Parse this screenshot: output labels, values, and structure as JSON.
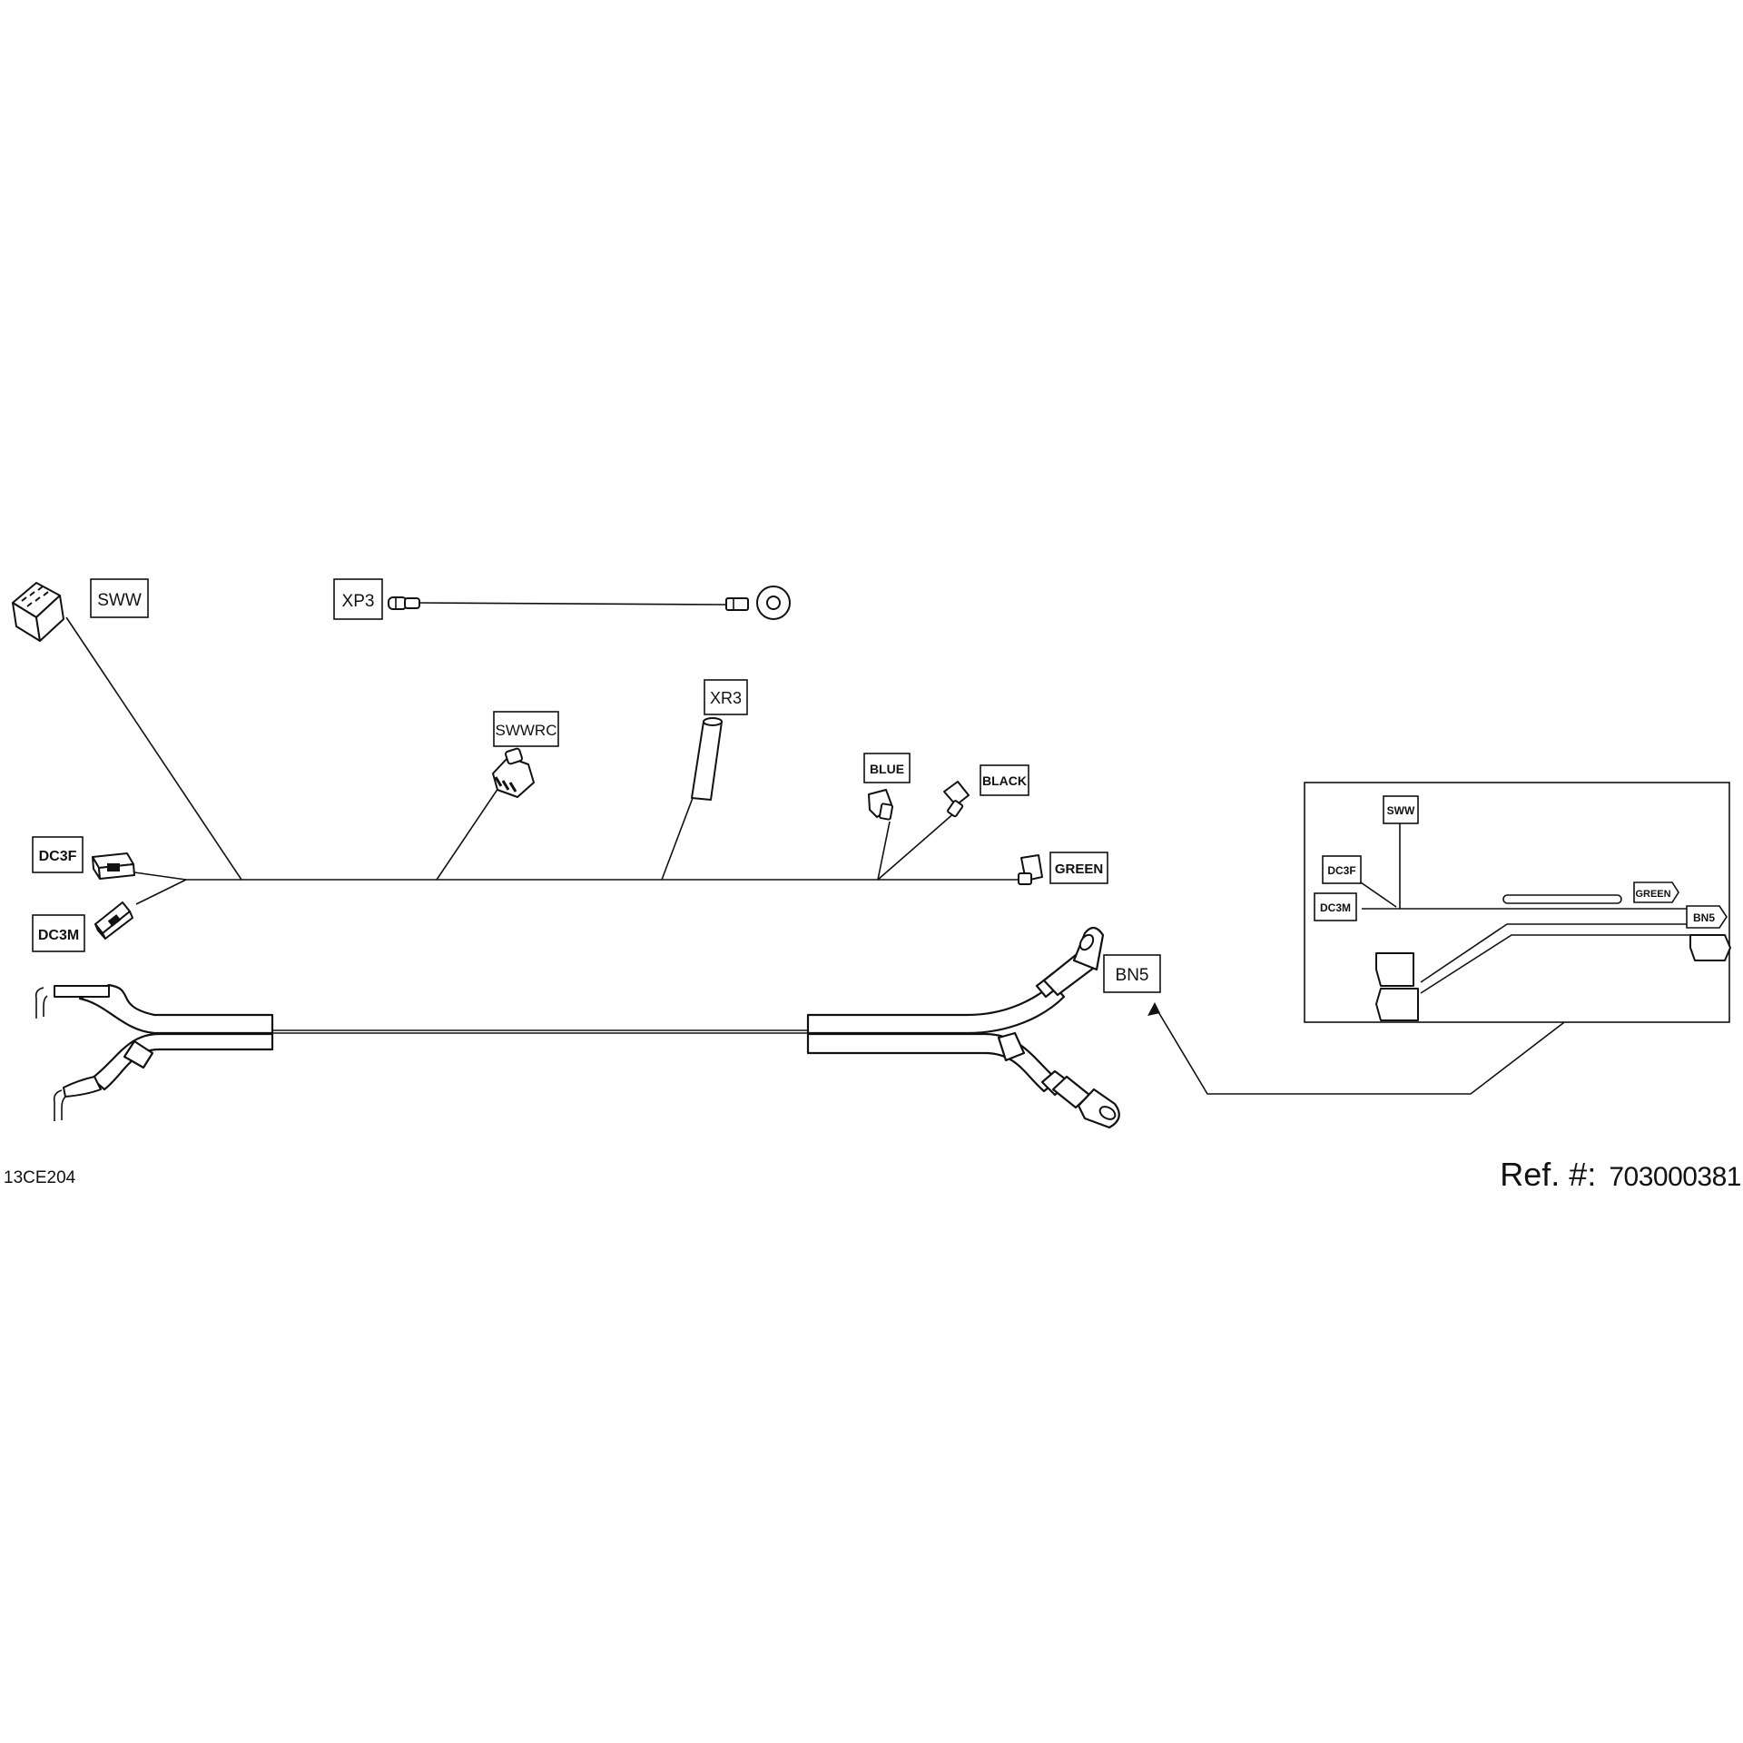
{
  "labels": {
    "sww": "SWW",
    "xp3": "XP3",
    "swwrc": "SWWRC",
    "xr3": "XR3",
    "blue": "BLUE",
    "black": "BLACK",
    "dc3f": "DC3F",
    "dc3m": "DC3M",
    "green": "GREEN",
    "bn5": "BN5"
  },
  "inset_labels": {
    "sww": "SWW",
    "dc3f": "DC3F",
    "dc3m": "DC3M",
    "green": "GREEN",
    "bn5": "BN5"
  },
  "footer": {
    "drawing_code": "13CE204",
    "ref_label": "Ref. #:",
    "ref_value": "703000381"
  }
}
